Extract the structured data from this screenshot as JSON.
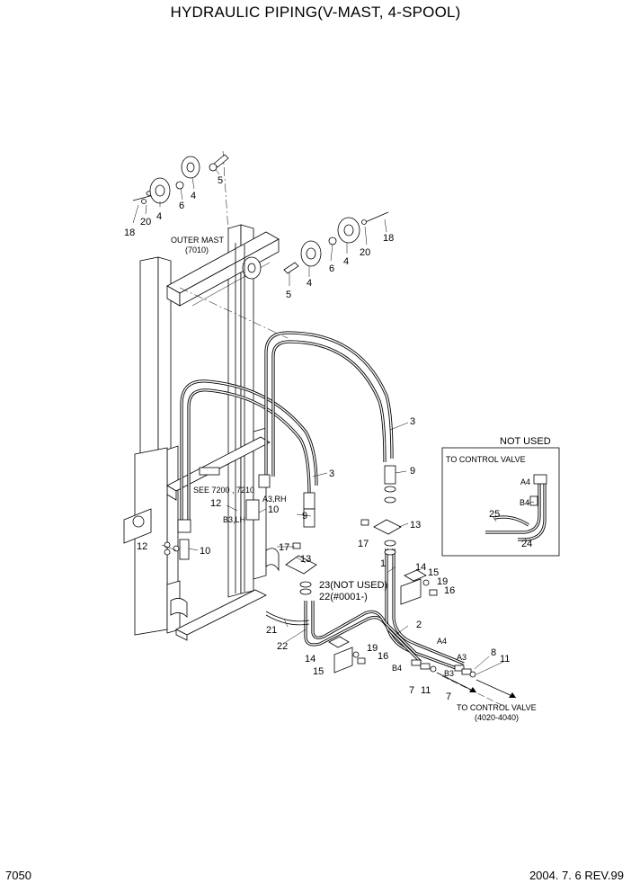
{
  "title": "HYDRAULIC PIPING(V-MAST, 4-SPOOL)",
  "page_number": "7050",
  "revision": "2004. 7. 6 REV.99",
  "notes": {
    "outer_mast": "OUTER MAST",
    "outer_mast_ref": "(7010)",
    "see_ref": "SEE 7200 , 7210",
    "to_control_valve": "TO CONTROL VALVE",
    "to_control_valve_ref": "(4020-4040)",
    "not_used": "NOT USED",
    "inset_to_control_valve": "TO CONTROL VALVE",
    "item23": "23(NOT USED)",
    "item22": "22(#0001-)"
  },
  "port_labels": {
    "a3_rh": "A3,RH",
    "b3_lh": "B3,LH",
    "a4": "A4",
    "a3": "A3",
    "b4": "B4",
    "b3": "B3",
    "inset_a4": "A4",
    "inset_b4": "B4"
  },
  "callouts": [
    "1",
    "2",
    "3",
    "3",
    "4",
    "4",
    "4",
    "4",
    "5",
    "5",
    "6",
    "6",
    "7",
    "7",
    "8",
    "9",
    "9",
    "10",
    "10",
    "11",
    "11",
    "12",
    "12",
    "13",
    "13",
    "14",
    "14",
    "15",
    "15",
    "16",
    "16",
    "17",
    "17",
    "18",
    "18",
    "20",
    "20",
    "21",
    "22",
    "24",
    "25"
  ]
}
